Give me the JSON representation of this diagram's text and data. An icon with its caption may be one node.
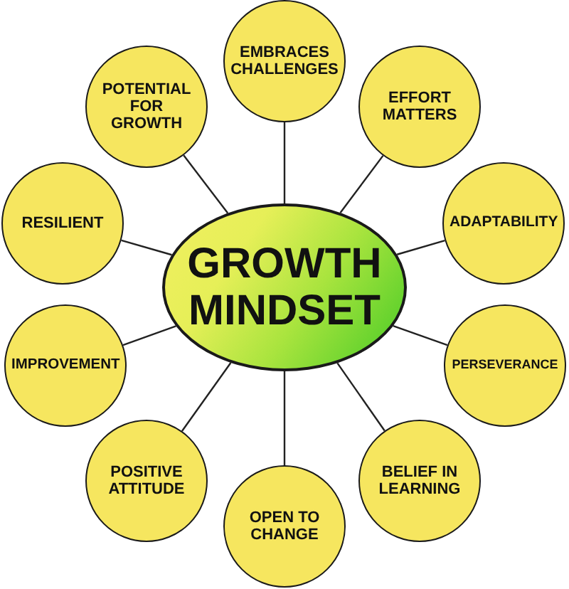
{
  "diagram": {
    "nodes": [
      {
        "text": [
          "GROWTH MINDSET"
        ]
      },
      {
        "text": [
          "EMBRACES CHALLENGES"
        ]
      },
      {
        "text": [
          "EFFORT MATTERS"
        ]
      },
      {
        "text": [
          "ADAPTABILITY"
        ]
      },
      {
        "text": [
          "PERSEVERANCE"
        ]
      },
      {
        "text": [
          "BELIEF IN LEARNING"
        ]
      },
      {
        "text": [
          "OPEN TO CHANGE"
        ]
      },
      {
        "text": [
          "POSITIVE ATTITUDE"
        ]
      },
      {
        "text": [
          "IMPROVEMENT"
        ]
      },
      {
        "text": [
          "RESILIENT"
        ]
      },
      {
        "text": [
          "POTENTIAL FOR GROWTH"
        ]
      }
    ],
    "edges": [
      {
        "from": 0,
        "to": 1,
        "arrow": "none"
      },
      {
        "from": 0,
        "to": 2,
        "arrow": "none"
      },
      {
        "from": 0,
        "to": 3,
        "arrow": "none"
      },
      {
        "from": 0,
        "to": 4,
        "arrow": "none"
      },
      {
        "from": 0,
        "to": 5,
        "arrow": "none"
      },
      {
        "from": 0,
        "to": 6,
        "arrow": "none"
      },
      {
        "from": 0,
        "to": 7,
        "arrow": "none"
      },
      {
        "from": 0,
        "to": 8,
        "arrow": "none"
      },
      {
        "from": 0,
        "to": 9,
        "arrow": "none"
      },
      {
        "from": 0,
        "to": 10,
        "arrow": "none"
      }
    ]
  }
}
